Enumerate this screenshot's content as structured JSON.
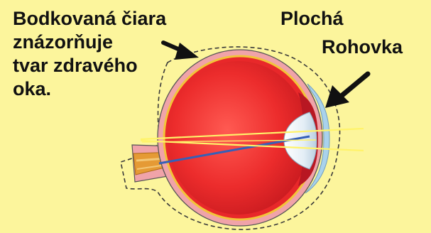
{
  "labels": {
    "description_lines": [
      "Bodkovaná čiara",
      "znázorňuje",
      "tvar zdravého",
      "oka."
    ],
    "plocha": "Plochá",
    "rohovka": "Rohovka"
  },
  "colors": {
    "background": "#fcf59c",
    "eyeball": "#e8282a",
    "sclera_rim": "#f0a3a9",
    "retina_line": "#f2c43a",
    "cornea": "#a9d2ec",
    "lens": "#e9f2f8",
    "nerve": "#e59a35",
    "light_rays": "#fff36a",
    "visual_axis": "#3560b8",
    "arrows": "#111111"
  }
}
